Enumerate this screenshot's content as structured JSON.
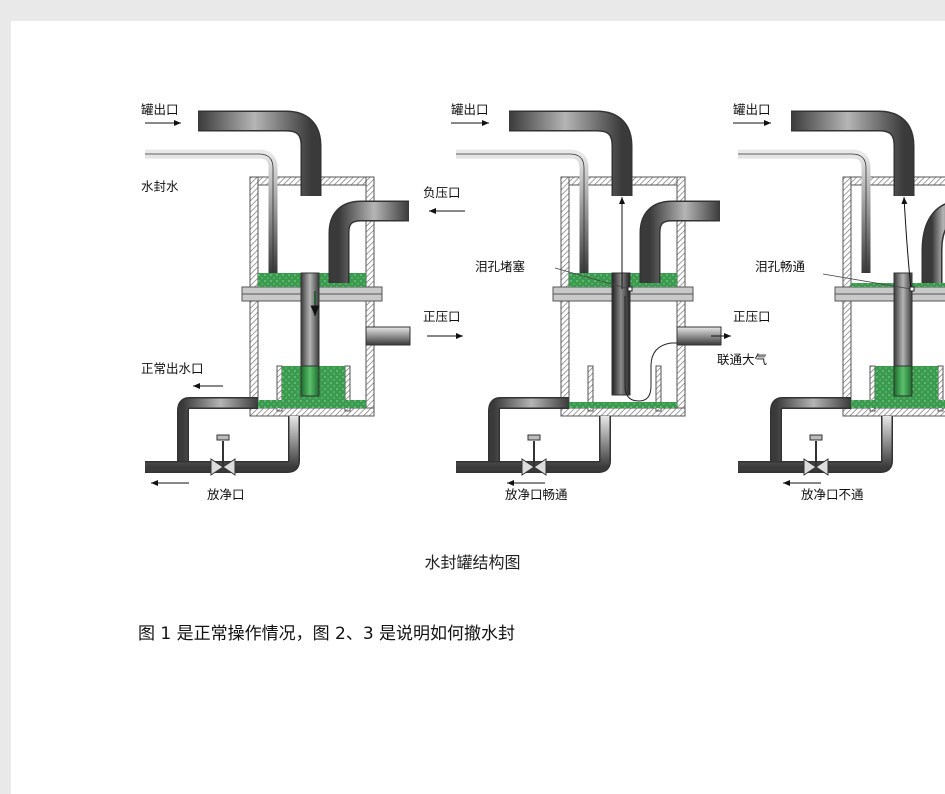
{
  "figure": {
    "panel1": {
      "tank_outlet": "罐出口",
      "water_seal_water": "水封水",
      "negative_pressure_port": "负压口",
      "positive_pressure_port": "正压口",
      "normal_water_outlet": "正常出水口",
      "drain_port": "放净口"
    },
    "panel2": {
      "tank_outlet": "罐出口",
      "weep_hole_blocked": "泪孔堵塞",
      "positive_pressure_port": "正压口",
      "vent_to_atmosphere": "联通大气",
      "drain_port_clear": "放净口畅通"
    },
    "panel3": {
      "tank_outlet": "罐出口",
      "weep_hole_clear": "泪孔畅通",
      "drain_port_blocked": "放净口不通"
    }
  },
  "caption": "水封罐结构图",
  "paragraph": "图 1 是正常操作情况，图 2、3 是说明如何撤水封",
  "colors": {
    "water": "#2f9a48",
    "pipe_dark": "#555555",
    "hatch": "#777777"
  }
}
